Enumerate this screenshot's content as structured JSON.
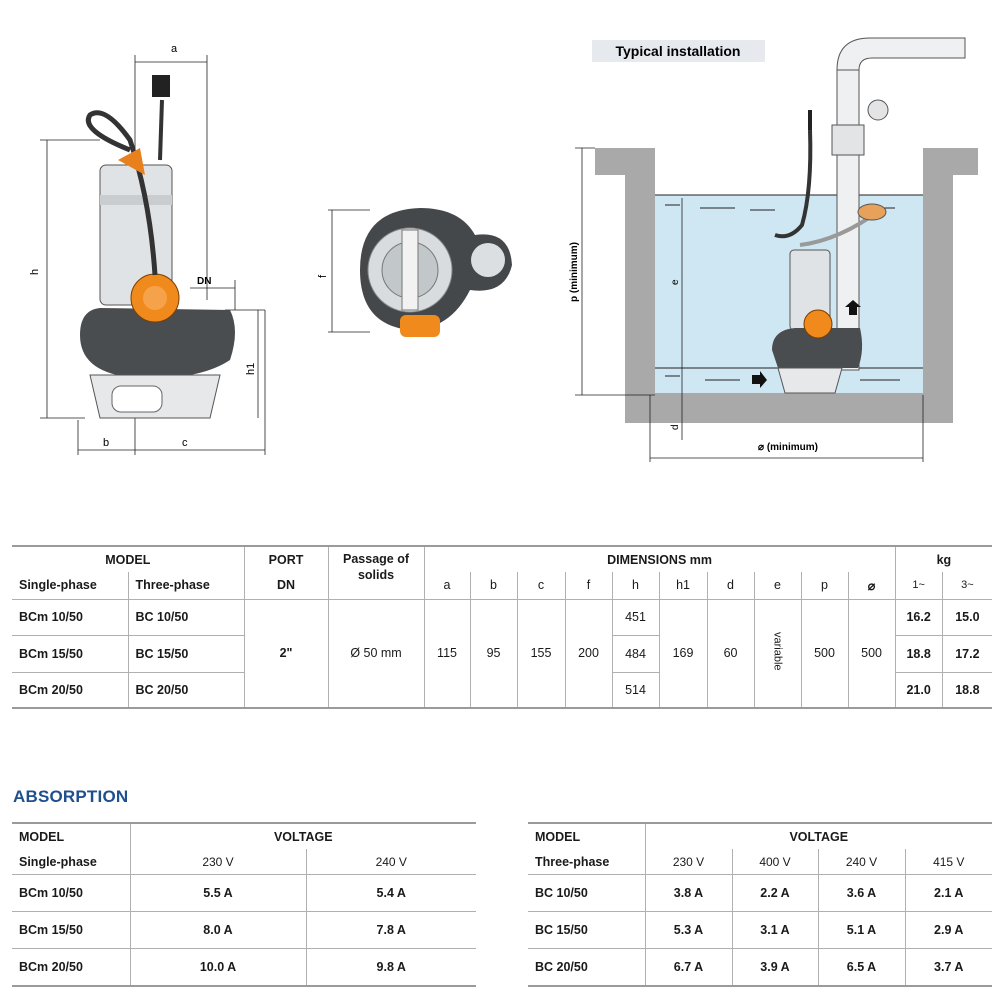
{
  "drawings": {
    "pump_side": {
      "label_a": "a",
      "label_h": "h",
      "label_dn": "DN",
      "label_h1": "h1",
      "label_b": "b",
      "label_c": "c"
    },
    "pump_top": {
      "label_f": "f"
    },
    "installation": {
      "title": "Typical installation",
      "label_p": "p (minimum)",
      "label_e": "e",
      "label_d": "d",
      "label_width": "⌀ (minimum)"
    }
  },
  "dimensions_table": {
    "header": {
      "model": "MODEL",
      "single_phase": "Single-phase",
      "three_phase": "Three-phase",
      "port": "PORT",
      "port_sub": "DN",
      "passage": "Passage of solids",
      "dimensions": "DIMENSIONS mm",
      "kg": "kg",
      "cols": [
        "a",
        "b",
        "c",
        "f",
        "h",
        "h1",
        "d",
        "e",
        "p",
        "⌀"
      ],
      "kg_cols": [
        "1~",
        "3~"
      ]
    },
    "rows": [
      {
        "single": "BCm 10/50",
        "three": "BC 10/50",
        "h": "451",
        "kg1": "16.2",
        "kg3": "15.0"
      },
      {
        "single": "BCm 15/50",
        "three": "BC 15/50",
        "h": "484",
        "kg1": "18.8",
        "kg3": "17.2"
      },
      {
        "single": "BCm 20/50",
        "three": "BC 20/50",
        "h": "514",
        "kg1": "21.0",
        "kg3": "18.8"
      }
    ],
    "shared": {
      "port": "2\"",
      "passage": "Ø 50 mm",
      "a": "115",
      "b": "95",
      "c": "155",
      "f": "200",
      "h1": "169",
      "d": "60",
      "e": "variable",
      "p": "500",
      "diam": "500"
    }
  },
  "absorption": {
    "title": "ABSORPTION",
    "single": {
      "model": "MODEL",
      "phase": "Single-phase",
      "voltage": "VOLTAGE",
      "voltages": [
        "230 V",
        "240 V"
      ],
      "rows": [
        {
          "model": "BCm 10/50",
          "values": [
            "5.5 A",
            "5.4 A"
          ]
        },
        {
          "model": "BCm 15/50",
          "values": [
            "8.0 A",
            "7.8 A"
          ]
        },
        {
          "model": "BCm 20/50",
          "values": [
            "10.0 A",
            "9.8 A"
          ]
        }
      ]
    },
    "three": {
      "model": "MODEL",
      "phase": "Three-phase",
      "voltage": "VOLTAGE",
      "voltages": [
        "230 V",
        "400 V",
        "240 V",
        "415 V"
      ],
      "rows": [
        {
          "model": "BC 10/50",
          "values": [
            "3.8 A",
            "2.2 A",
            "3.6 A",
            "2.1 A"
          ]
        },
        {
          "model": "BC 15/50",
          "values": [
            "5.3 A",
            "3.1 A",
            "5.1 A",
            "2.9 A"
          ]
        },
        {
          "model": "BC 20/50",
          "values": [
            "6.7 A",
            "3.9 A",
            "6.5 A",
            "3.7 A"
          ]
        }
      ]
    }
  }
}
